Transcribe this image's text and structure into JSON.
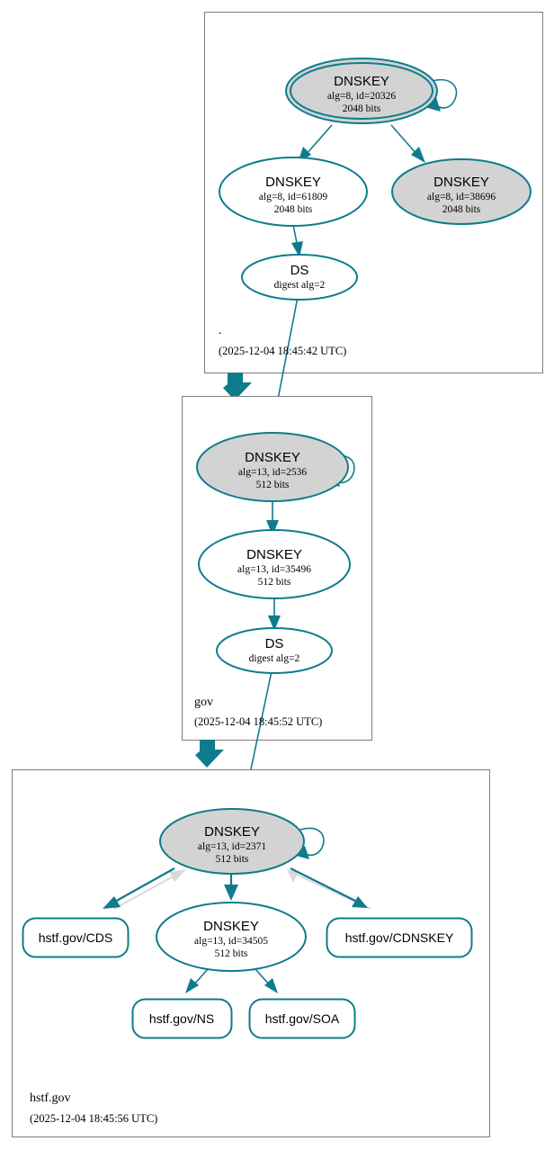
{
  "diagram": {
    "type": "dnssec-authentication-chain",
    "colors": {
      "accent_teal": "#0e7c8c",
      "node_secure_fill": "#d3d3d3",
      "node_plain_fill": "#ffffff",
      "zone_border": "#7f7f7f",
      "grey_edge": "#d9d9d9"
    }
  },
  "zones": [
    {
      "id": "root",
      "name": ".",
      "timestamp": "(2025-12-04 18:45:42 UTC)",
      "nodes": [
        {
          "id": "root-ksk",
          "shape": "ellipse-double",
          "fill": "grey",
          "title": "DNSKEY",
          "line2": "alg=8, id=20326",
          "line3": "2048 bits",
          "self_signed": true
        },
        {
          "id": "root-zsk",
          "shape": "ellipse",
          "fill": "white",
          "title": "DNSKEY",
          "line2": "alg=8, id=61809",
          "line3": "2048 bits",
          "self_signed": false
        },
        {
          "id": "root-key-38696",
          "shape": "ellipse",
          "fill": "grey",
          "title": "DNSKEY",
          "line2": "alg=8, id=38696",
          "line3": "2048 bits",
          "self_signed": false
        },
        {
          "id": "root-ds",
          "shape": "ellipse",
          "fill": "white",
          "title": "DS",
          "line2": "digest alg=2",
          "line3": "",
          "self_signed": false
        }
      ]
    },
    {
      "id": "gov",
      "name": "gov",
      "timestamp": "(2025-12-04 18:45:52 UTC)",
      "nodes": [
        {
          "id": "gov-ksk",
          "shape": "ellipse",
          "fill": "grey",
          "title": "DNSKEY",
          "line2": "alg=13, id=2536",
          "line3": "512 bits",
          "self_signed": true
        },
        {
          "id": "gov-zsk",
          "shape": "ellipse",
          "fill": "white",
          "title": "DNSKEY",
          "line2": "alg=13, id=35496",
          "line3": "512 bits",
          "self_signed": false
        },
        {
          "id": "gov-ds",
          "shape": "ellipse",
          "fill": "white",
          "title": "DS",
          "line2": "digest alg=2",
          "line3": "",
          "self_signed": false
        }
      ]
    },
    {
      "id": "hstf-gov",
      "name": "hstf.gov",
      "timestamp": "(2025-12-04 18:45:56 UTC)",
      "nodes": [
        {
          "id": "hstf-ksk",
          "shape": "ellipse",
          "fill": "grey",
          "title": "DNSKEY",
          "line2": "alg=13, id=2371",
          "line3": "512 bits",
          "self_signed": true
        },
        {
          "id": "hstf-zsk",
          "shape": "ellipse",
          "fill": "white",
          "title": "DNSKEY",
          "line2": "alg=13, id=34505",
          "line3": "512 bits",
          "self_signed": false
        },
        {
          "id": "hstf-cds",
          "shape": "rounded-rect",
          "fill": "white",
          "title": "hstf.gov/CDS",
          "line2": "",
          "line3": "",
          "self_signed": false
        },
        {
          "id": "hstf-cdnskey",
          "shape": "rounded-rect",
          "fill": "white",
          "title": "hstf.gov/CDNSKEY",
          "line2": "",
          "line3": "",
          "self_signed": false
        },
        {
          "id": "hstf-ns",
          "shape": "rounded-rect",
          "fill": "white",
          "title": "hstf.gov/NS",
          "line2": "",
          "line3": "",
          "self_signed": false
        },
        {
          "id": "hstf-soa",
          "shape": "rounded-rect",
          "fill": "white",
          "title": "hstf.gov/SOA",
          "line2": "",
          "line3": "",
          "self_signed": false
        }
      ]
    }
  ],
  "edges": [
    {
      "from": "root-ksk",
      "to": "root-ksk",
      "style": "teal-self-loop"
    },
    {
      "from": "root-ksk",
      "to": "root-zsk",
      "style": "teal"
    },
    {
      "from": "root-ksk",
      "to": "root-key-38696",
      "style": "teal"
    },
    {
      "from": "root-zsk",
      "to": "root-ds",
      "style": "teal"
    },
    {
      "from": "root-ds",
      "to": "gov-ksk",
      "style": "teal"
    },
    {
      "from": "root",
      "to": "gov",
      "style": "teal-zone-delegation"
    },
    {
      "from": "gov-ksk",
      "to": "gov-ksk",
      "style": "teal-self-loop"
    },
    {
      "from": "gov-ksk",
      "to": "gov-zsk",
      "style": "teal"
    },
    {
      "from": "gov-zsk",
      "to": "gov-ds",
      "style": "teal"
    },
    {
      "from": "gov-ds",
      "to": "hstf-ksk",
      "style": "teal"
    },
    {
      "from": "gov",
      "to": "hstf-gov",
      "style": "teal-zone-delegation"
    },
    {
      "from": "hstf-ksk",
      "to": "hstf-ksk",
      "style": "teal-self-loop"
    },
    {
      "from": "hstf-ksk",
      "to": "hstf-cds",
      "style": "teal"
    },
    {
      "from": "hstf-cds",
      "to": "hstf-ksk",
      "style": "grey"
    },
    {
      "from": "hstf-ksk",
      "to": "hstf-zsk",
      "style": "teal"
    },
    {
      "from": "hstf-ksk",
      "to": "hstf-cdnskey",
      "style": "teal"
    },
    {
      "from": "hstf-cdnskey",
      "to": "hstf-ksk",
      "style": "grey"
    },
    {
      "from": "hstf-zsk",
      "to": "hstf-ns",
      "style": "teal"
    },
    {
      "from": "hstf-zsk",
      "to": "hstf-soa",
      "style": "teal"
    }
  ]
}
